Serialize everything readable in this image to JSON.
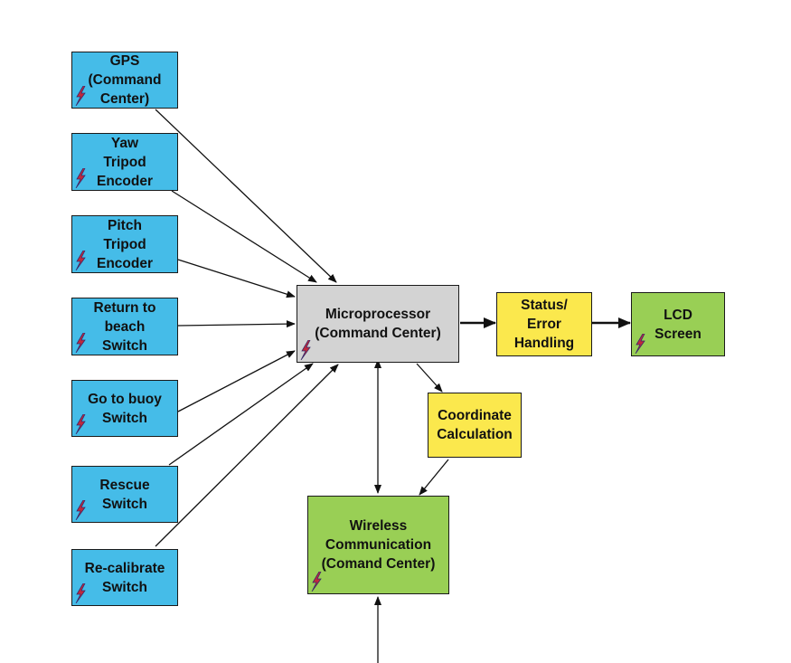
{
  "colors": {
    "input": "#45bce8",
    "processor": "#d3d3d3",
    "status": "#fbe84d",
    "display": "#99cf55",
    "wire": "#111111",
    "bolt_fill": "#c2283a",
    "bolt_outline": "#3a2a6a"
  },
  "icons": {
    "power": "lightning-bolt-icon"
  },
  "inputs": [
    {
      "id": "gps",
      "label": "GPS\n(Command\nCenter)",
      "bolt": true
    },
    {
      "id": "yaw",
      "label": "Yaw\nTripod\nEncoder",
      "bolt": true
    },
    {
      "id": "pitch",
      "label": "Pitch\nTripod\nEncoder",
      "bolt": true
    },
    {
      "id": "return",
      "label": "Return to\nbeach\nSwitch",
      "bolt": true
    },
    {
      "id": "buoy",
      "label": "Go to buoy\nSwitch",
      "bolt": true
    },
    {
      "id": "rescue",
      "label": "Rescue\nSwitch",
      "bolt": true
    },
    {
      "id": "recal",
      "label": "Re-calibrate\nSwitch",
      "bolt": true
    }
  ],
  "micro": {
    "label": "Microprocessor\n(Command Center)",
    "bolt": true
  },
  "status": {
    "label": "Status/\nError\nHandling",
    "bolt": false
  },
  "lcd": {
    "label": "LCD\nScreen",
    "bolt": true
  },
  "coord": {
    "label": "Coordinate\nCalculation",
    "bolt": false
  },
  "wireless": {
    "label": "Wireless\nCommunication\n(Comand Center)",
    "bolt": true
  }
}
